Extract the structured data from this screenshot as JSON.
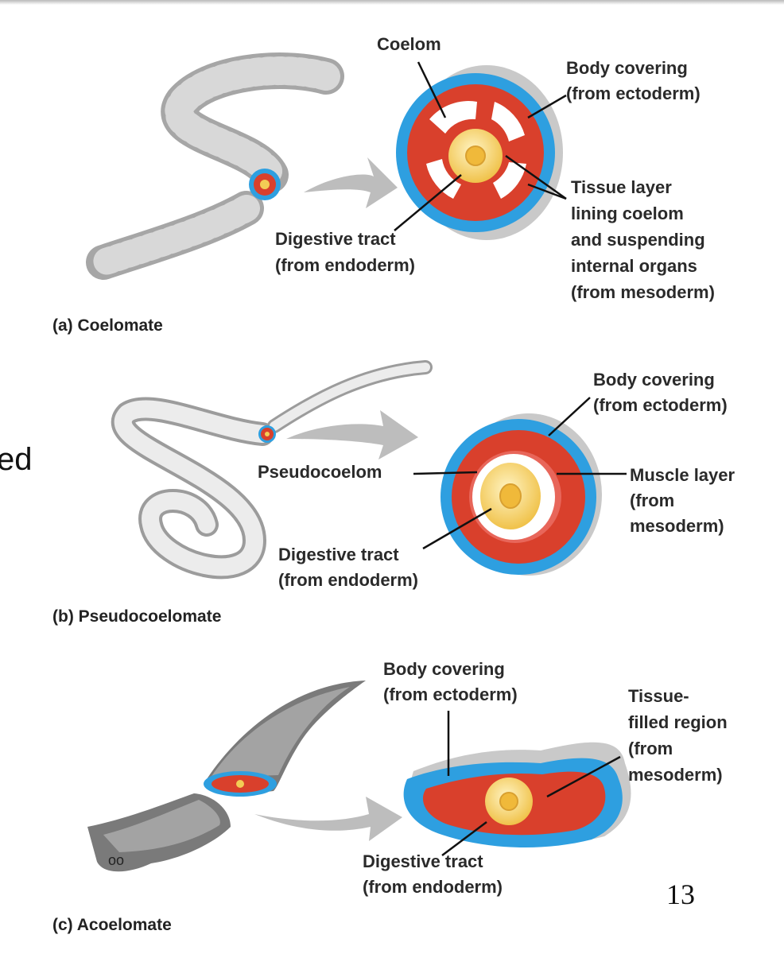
{
  "side_text": "ed",
  "page_number": "13",
  "colors": {
    "ectoderm": "#2e9fe0",
    "mesoderm": "#d9402c",
    "endoderm": "#f3cc55",
    "body_gray": "#b8b8b8",
    "arrow_gray": "#bdbdbd"
  },
  "panels": {
    "coelomate": {
      "caption": "(a) Coelomate",
      "labels": {
        "coelom": "Coelom",
        "body_covering": [
          "Body covering",
          "(from ectoderm)"
        ],
        "tissue_layer": [
          "Tissue layer",
          "lining coelom",
          "and suspending",
          "internal organs",
          "(from mesoderm)"
        ],
        "digestive_tract": [
          "Digestive tract",
          "(from endoderm)"
        ]
      }
    },
    "pseudocoelomate": {
      "caption": "(b) Pseudocoelomate",
      "labels": {
        "body_covering": [
          "Body covering",
          "(from ectoderm)"
        ],
        "pseudocoelom": "Pseudocoelom",
        "muscle_layer": [
          "Muscle layer",
          "(from",
          "mesoderm)"
        ],
        "digestive_tract": [
          "Digestive tract",
          "(from endoderm)"
        ]
      }
    },
    "acoelomate": {
      "caption": "(c) Acoelomate",
      "labels": {
        "body_covering": [
          "Body covering",
          "(from ectoderm)"
        ],
        "tissue_filled": [
          "Tissue-",
          "filled region",
          "(from",
          "mesoderm)"
        ],
        "digestive_tract": [
          "Digestive tract",
          "(from endoderm)"
        ]
      }
    }
  }
}
